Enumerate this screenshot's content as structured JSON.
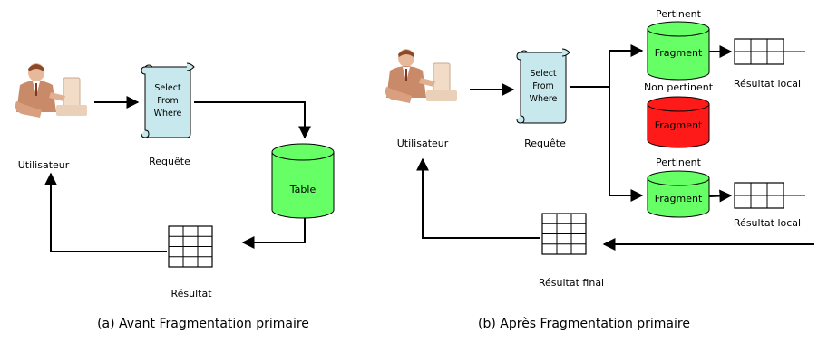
{
  "left": {
    "user_label": "Utilisateur",
    "query_label": "Requête",
    "query_lines": [
      "Select",
      "From",
      "Where"
    ],
    "table_label": "Table",
    "result_label": "Résultat",
    "caption": "(a) Avant Fragmentation primaire"
  },
  "right": {
    "user_label": "Utilisateur",
    "query_label": "Requête",
    "query_lines": [
      "Select",
      "From",
      "Where"
    ],
    "fragments": [
      {
        "status": "Pertinent",
        "label": "Fragment",
        "color": "#66ff66",
        "result": "Résultat local"
      },
      {
        "status": "Non pertinent",
        "label": "Fragment",
        "color": "#ff1a1a",
        "result": ""
      },
      {
        "status": "Pertinent",
        "label": "Fragment",
        "color": "#66ff66",
        "result": "Résultat local"
      }
    ],
    "final_label": "Résultat final",
    "caption": "(b) Après Fragmentation primaire"
  },
  "colors": {
    "cylinder_green": "#66ff66",
    "cylinder_red": "#ff1a1a",
    "scroll_fill": "#c7e8ec"
  }
}
